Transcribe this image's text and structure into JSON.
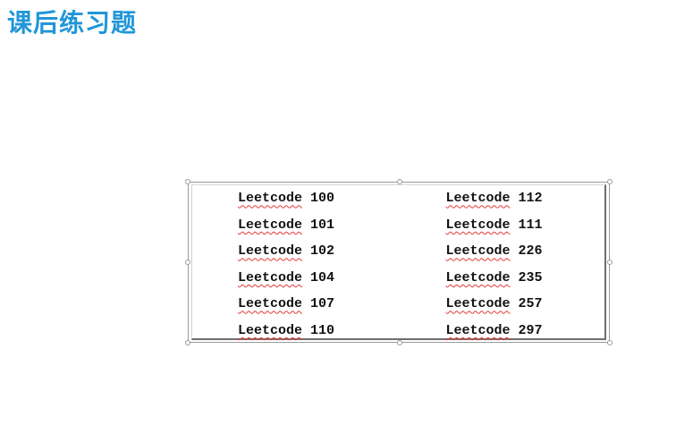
{
  "slide": {
    "title": "课后练习题",
    "title_color": "#2196d8",
    "spellcheck_underline_color": "#e53935"
  },
  "problems": {
    "rows": [
      {
        "left": {
          "word": "Leetcode",
          "number": "100"
        },
        "right": {
          "word": "Leetcode",
          "number": "112"
        }
      },
      {
        "left": {
          "word": "Leetcode",
          "number": "101"
        },
        "right": {
          "word": "Leetcode",
          "number": "111"
        }
      },
      {
        "left": {
          "word": "Leetcode",
          "number": "102"
        },
        "right": {
          "word": "Leetcode",
          "number": "226"
        }
      },
      {
        "left": {
          "word": "Leetcode",
          "number": "104"
        },
        "right": {
          "word": "Leetcode",
          "number": "235"
        }
      },
      {
        "left": {
          "word": "Leetcode",
          "number": "107"
        },
        "right": {
          "word": "Leetcode",
          "number": "257"
        }
      },
      {
        "left": {
          "word": "Leetcode",
          "number": "110"
        },
        "right": {
          "word": "Leetcode",
          "number": "297"
        }
      }
    ]
  }
}
